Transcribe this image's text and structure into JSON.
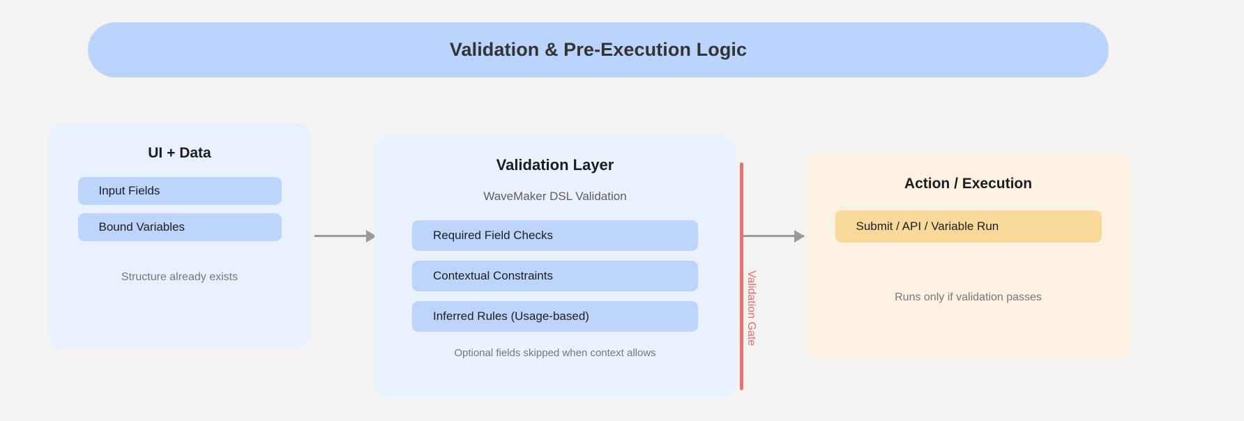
{
  "header": {
    "title": "Validation & Pre-Execution Logic",
    "background_color": "#bbd4fb"
  },
  "panels": {
    "left": {
      "heading": "UI + Data",
      "background_color": "#e9f1fe",
      "chips": [
        {
          "label": "Input Fields"
        },
        {
          "label": "Bound Variables"
        }
      ],
      "footnote": "Structure already exists"
    },
    "middle": {
      "heading": "Validation Layer",
      "subtitle": "WaveMaker DSL Validation",
      "background_color": "#eaf2fe",
      "chips": [
        {
          "label": "Required Field Checks"
        },
        {
          "label": "Contextual Constraints"
        },
        {
          "label": "Inferred Rules (Usage-based)"
        }
      ],
      "footnote": "Optional fields skipped when context allows"
    },
    "right": {
      "heading": "Action / Execution",
      "background_color": "#fcf2e1",
      "chips": [
        {
          "label": "Submit / API / Variable Run"
        }
      ],
      "footnote": "Runs only if validation passes"
    }
  },
  "gate": {
    "label": "Validation Gate",
    "color": "#ee6a6a"
  },
  "arrows": {
    "color": "#9a9a9a",
    "left_to_middle": "flow-arrow",
    "gate_to_right": "flow-arrow"
  }
}
